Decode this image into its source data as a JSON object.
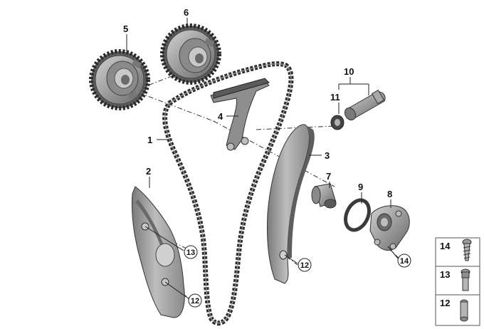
{
  "labels": {
    "p1": "1",
    "p2": "2",
    "p3": "3",
    "p4": "4",
    "p5": "5",
    "p6": "6",
    "p7": "7",
    "p8": "8",
    "p9": "9",
    "p10": "10",
    "p11": "11"
  },
  "callouts": {
    "c13_guide": "13",
    "c12_guide": "12",
    "c12_tension": "12",
    "c14_tensioner": "14"
  },
  "legend": {
    "items": [
      {
        "number": "14",
        "part": "screw"
      },
      {
        "number": "13",
        "part": "bolt"
      },
      {
        "number": "12",
        "part": "pin"
      }
    ]
  },
  "colors": {
    "part_fill": "#9a9a9a",
    "part_dark": "#6e6e6e",
    "part_light": "#c4c4c4",
    "chain": "#2e2e2e",
    "ink": "#111111"
  }
}
